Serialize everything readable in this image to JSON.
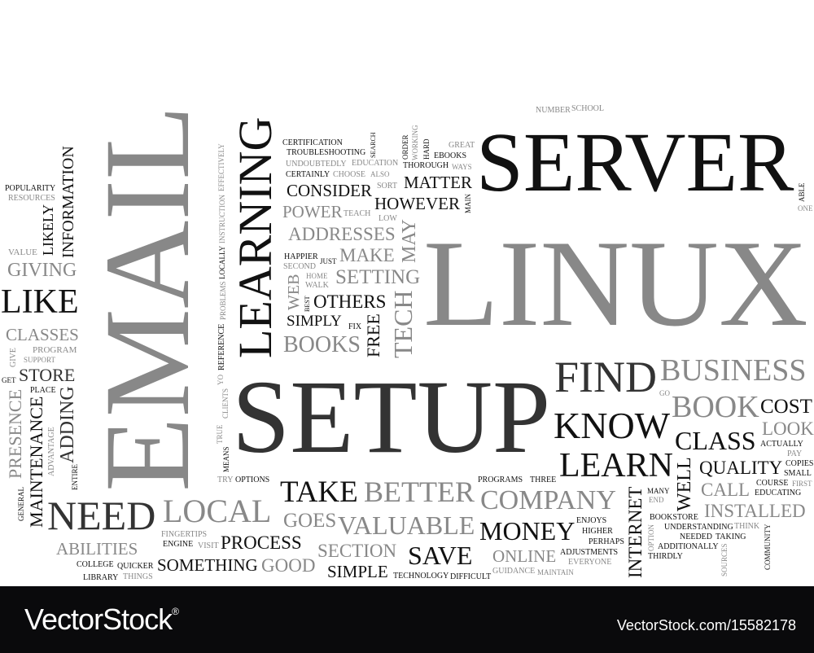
{
  "words": [
    "SERVER",
    "LINUX",
    "SETUP",
    "EMAIL",
    "LEARNING",
    "GIVING",
    "LIKE",
    "LOCAL",
    "NEED",
    "PROGRAM",
    "CLASSES",
    "ABILITIES",
    "SUPPORT",
    "STORE",
    "GET",
    "ADDING",
    "ADVANTAGE",
    "GIVE",
    "VALUE",
    "RESOURCES",
    "POPULARITY",
    "HAPPIER",
    "PLACE",
    "TRY",
    "FINGERTIPS",
    "OPTIONS",
    "YO",
    "REFERENCE",
    "INFORMATION",
    "LIKELY",
    "WEB",
    "SECOND",
    "MAINTENANCE",
    "PRESENCE",
    "TRUE",
    "BEST",
    "WALK",
    "TEACH",
    "VISIT",
    "BOOKS",
    "SOMETHING",
    "ENGINE",
    "TAKE",
    "PROCESS",
    "QUICKER",
    "THINGS",
    "HOME",
    "SIMPLY",
    "CERTAINLY",
    "UNDOUBTEDLY",
    "CHOOSE",
    "TROUBLESHOOTING",
    "SORT",
    "POWER",
    "EDUCATION",
    "CERTIFICATION",
    "CONSIDER",
    "HOWEVER",
    "SEARCH",
    "THOROUGH",
    "MAKE",
    "LOW",
    "OTHERS",
    "ORDER",
    "ADDRESSES",
    "MAY",
    "WAYS",
    "EBOOKS",
    "JUST",
    "HARD",
    "CLIENTS",
    "PROBLEMS",
    "LOCALLY",
    "INSTRUCTION",
    "EFFECTIVELY",
    "FREE",
    "MAIN",
    "TECH",
    "MEANS",
    "WORKING",
    "FIX",
    "SECTION",
    "SIMPLE",
    "GENERAL",
    "TECHNOLOGY",
    "GOOD",
    "DIFFICULT",
    "PROGRAMS",
    "GUIDANCE",
    "COLLEGE",
    "LIBRARY",
    "ENTIRE",
    "ALSO",
    "MAINTAIN",
    "MANY",
    "VALUABLE",
    "ADJUSTMENTS",
    "BETTER",
    "GOES",
    "COMPANY",
    "SAVE",
    "MONEY",
    "ONLINE",
    "BUSINESS",
    "BOOK",
    "ENJOYS",
    "HIGHER",
    "BOOKSTORE",
    "SETTING",
    "THREE",
    "MATTER",
    "FIND",
    "LEARN",
    "KNOW",
    "INTERNET",
    "SOURCES",
    "COMMUNITY",
    "WELL",
    "QUALITY",
    "CLASS",
    "ONE",
    "ACTUALLY",
    "COURSE",
    "FIRST",
    "GO",
    "ABLE",
    "LOOK",
    "EDUCATING",
    "CALL",
    "INSTALLED",
    "UNDERSTANDING",
    "NEEDED",
    "COST",
    "PAY",
    "COPIES",
    "THINK",
    "ADDITIONALLY",
    "SMALL",
    "PERHAPS",
    "THIRDLY",
    "OPTION",
    "TAKING",
    "END",
    "EVERYONE",
    "GREAT",
    "NUMBER",
    "SCHOOL"
  ],
  "colors": {
    "black": "#111111",
    "dark": "#333333",
    "gray": "#888888",
    "light": "#9a9a9a",
    "footer": "#0a0a0c"
  },
  "footer": {
    "logo": "VectorStock",
    "registered": "®",
    "stock_id": "VectorStock.com/15582178"
  }
}
